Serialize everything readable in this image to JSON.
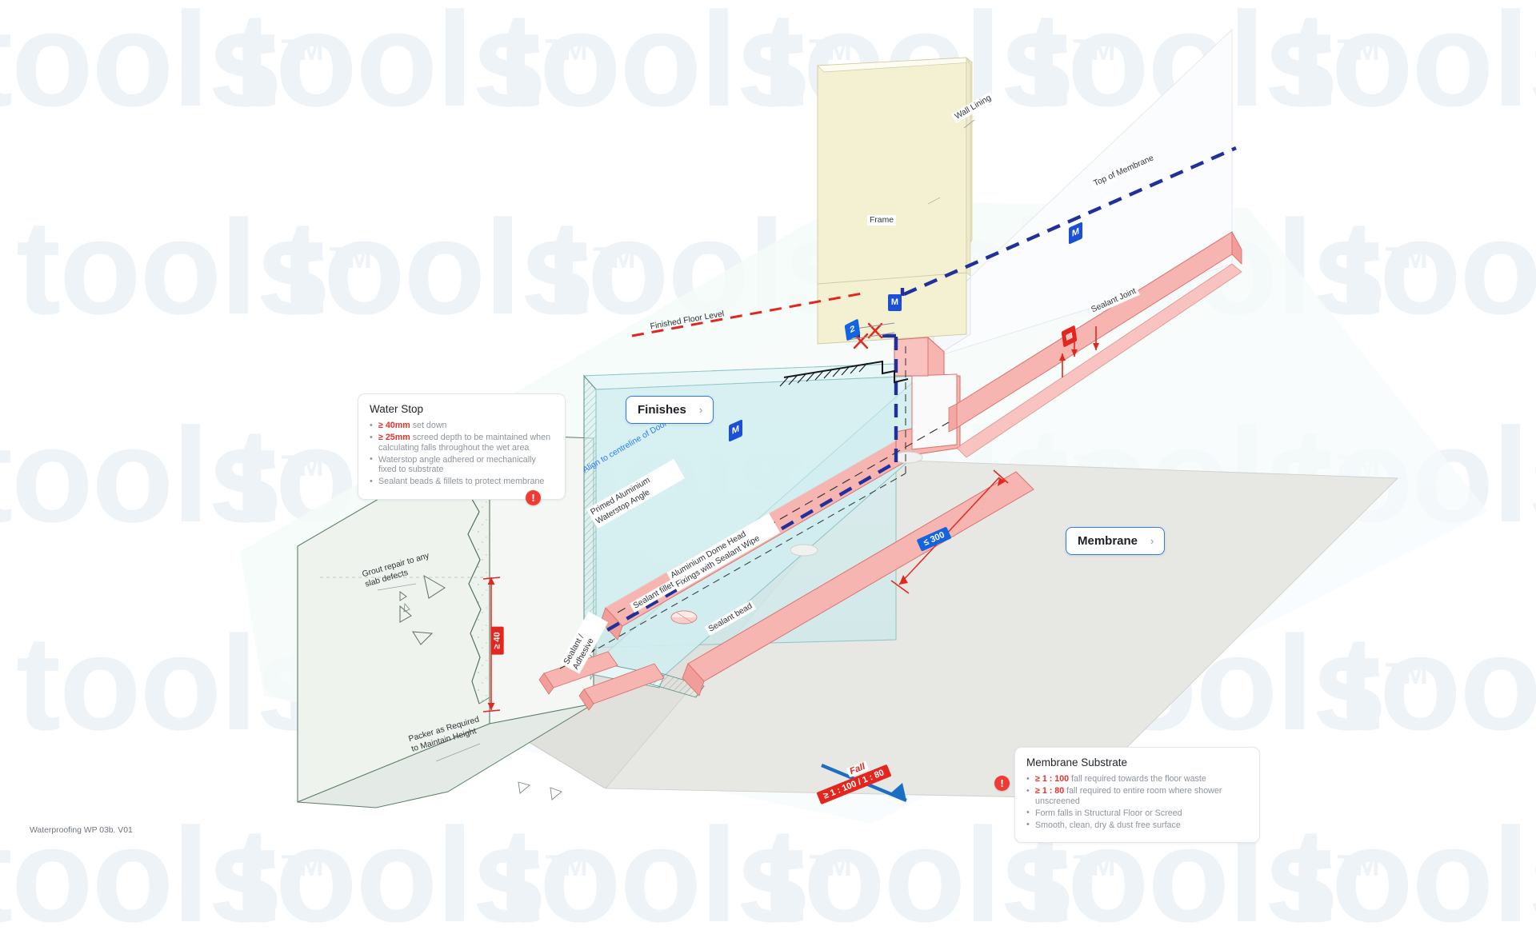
{
  "document": {
    "caption": "Waterproofing WP 03b. V01",
    "title": "Waterproofing WP 03b"
  },
  "watermark": {
    "text": "tools",
    "tm": "TM"
  },
  "buttons": [
    {
      "name": "finishes",
      "label": "Finishes",
      "chevron": "›"
    },
    {
      "name": "membrane",
      "label": "Membrane",
      "chevron": "›"
    }
  ],
  "callouts": [
    {
      "name": "water-stop",
      "title": "Water Stop",
      "items": [
        {
          "strong": "≥ 40mm",
          "rest": " set down"
        },
        {
          "strong": "≥ 25mm",
          "rest": " screed depth to be maintained when calculating falls throughout the wet area"
        },
        {
          "strong": "",
          "rest": "Waterstop angle adhered or mechanically fixed to substrate"
        },
        {
          "strong": "",
          "rest": "Sealant beads & fillets to protect membrane"
        }
      ]
    },
    {
      "name": "membrane-substrate",
      "title": "Membrane Substrate",
      "items": [
        {
          "strong": "≥ 1 : 100",
          "rest": " fall required towards the floor waste"
        },
        {
          "strong": "≥ 1 : 80",
          "rest": " fall required to entire room where shower unscreened"
        },
        {
          "strong": "",
          "rest": "Form falls in Structural Floor or Screed"
        },
        {
          "strong": "",
          "rest": "Smooth, clean, dry & dust free surface"
        }
      ]
    }
  ],
  "warning_badges": [
    {
      "name": "water-stop-warning",
      "glyph": "!"
    },
    {
      "name": "membrane-substrate-warning",
      "glyph": "!"
    }
  ],
  "labels": {
    "wall_lining": "Wall Lining",
    "frame": "Frame",
    "top_of_membrane": "Top of Membrane",
    "sealant_joint": "Sealant Joint",
    "finished_floor_level": "Finished Floor Level",
    "align_to_centreline": "Align to centreline of Door Leaf",
    "primed_aluminium_1": "Primed Aluminium",
    "primed_aluminium_2": "Waterstop Angle",
    "sealant_fillet": "Sealant fillet",
    "sealant_bead": "Sealant bead",
    "dome_head_1": "Aluminium Dome Head",
    "dome_head_2": "Fixings with Sealant Wipe",
    "sealant_adhesive_1": "Sealant /",
    "sealant_adhesive_2": "Adhesive",
    "grout_repair_1": "Grout repair to any",
    "grout_repair_2": "slab defects",
    "packer_1": "Packer as Required",
    "packer_2": "to Maintain Height",
    "fall": "Fall"
  },
  "dimensions": {
    "setdown": "≥ 40",
    "membrane_run": "≤ 300",
    "fall_ratio": "≥ 1 : 100 / 1 : 80"
  },
  "markers": {
    "membrane_wall": "M",
    "membrane_threshold": "M",
    "membrane_floor": "M",
    "finishes_step": "2",
    "sealant_detail": "▤"
  },
  "colors": {
    "accent_blue": "#2b7cf0",
    "marker_blue": "#1b4fd8",
    "alert_red": "#e3271f",
    "membrane_pink": "#f7b5b2",
    "water_teal": "#cdecee",
    "frame_cream": "#f2efce",
    "slab_grey": "#dededb",
    "watermark": "#eef3f7"
  }
}
